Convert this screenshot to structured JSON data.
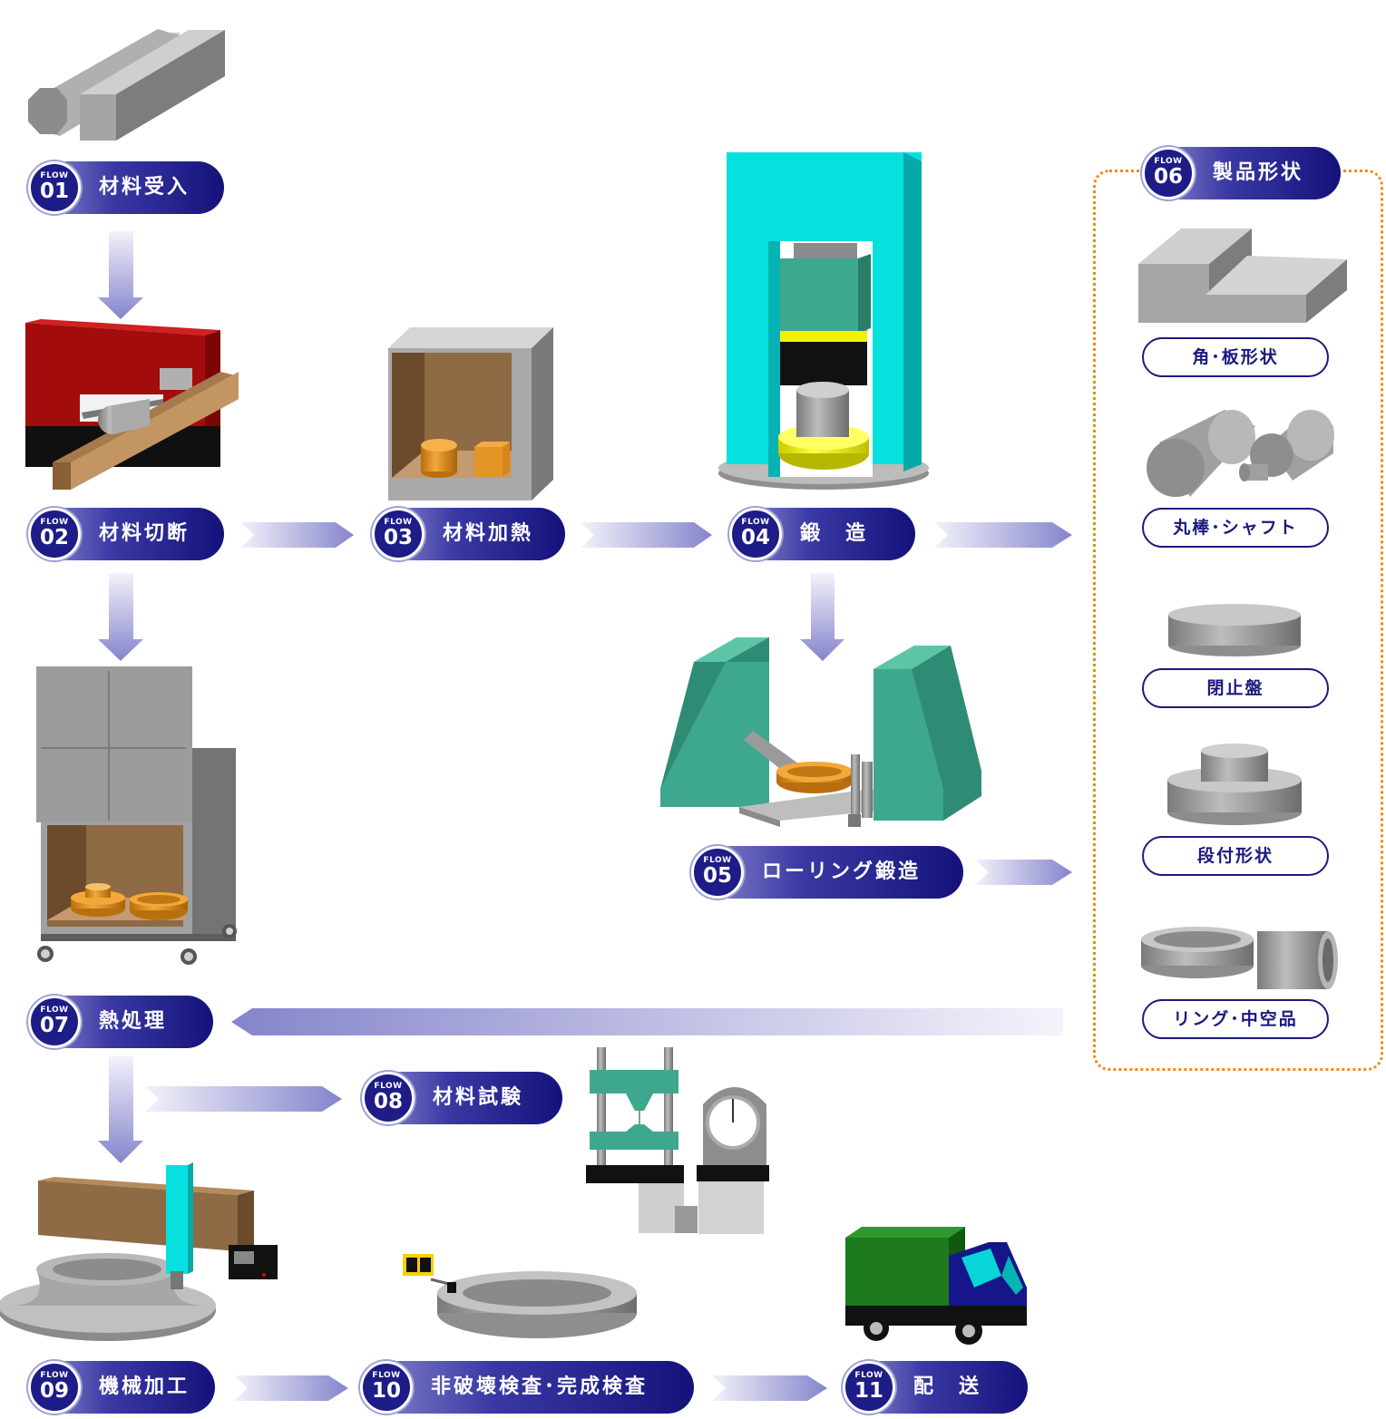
{
  "flow_tag": "FLOW",
  "steps": [
    {
      "num": "01",
      "label": "材料受入"
    },
    {
      "num": "02",
      "label": "材料切断"
    },
    {
      "num": "03",
      "label": "材料加熱"
    },
    {
      "num": "04",
      "label": "鍛　造"
    },
    {
      "num": "05",
      "label": "ローリング鍛造"
    },
    {
      "num": "06",
      "label": "製品形状"
    },
    {
      "num": "07",
      "label": "熱処理"
    },
    {
      "num": "08",
      "label": "材料試験"
    },
    {
      "num": "09",
      "label": "機械加工"
    },
    {
      "num": "10",
      "label": "非破壊検査･完成検査"
    },
    {
      "num": "11",
      "label": "配　送"
    }
  ],
  "shapes": [
    {
      "label": "角･板形状"
    },
    {
      "label": "丸棒･シャフト"
    },
    {
      "label": "閉止盤"
    },
    {
      "label": "段付形状"
    },
    {
      "label": "リング･中空品"
    }
  ],
  "colors": {
    "pill_dark": "#14127a",
    "pill_light": "#7a79c6",
    "arrow": "#8f8fd2",
    "border_dotted": "#f08a1c",
    "machine_cyan": "#06e0de",
    "machine_red": "#a30c0c",
    "machine_green": "#3ea88e",
    "material_orange": "#e0921c",
    "metal_gray": "#9a9a9a"
  }
}
